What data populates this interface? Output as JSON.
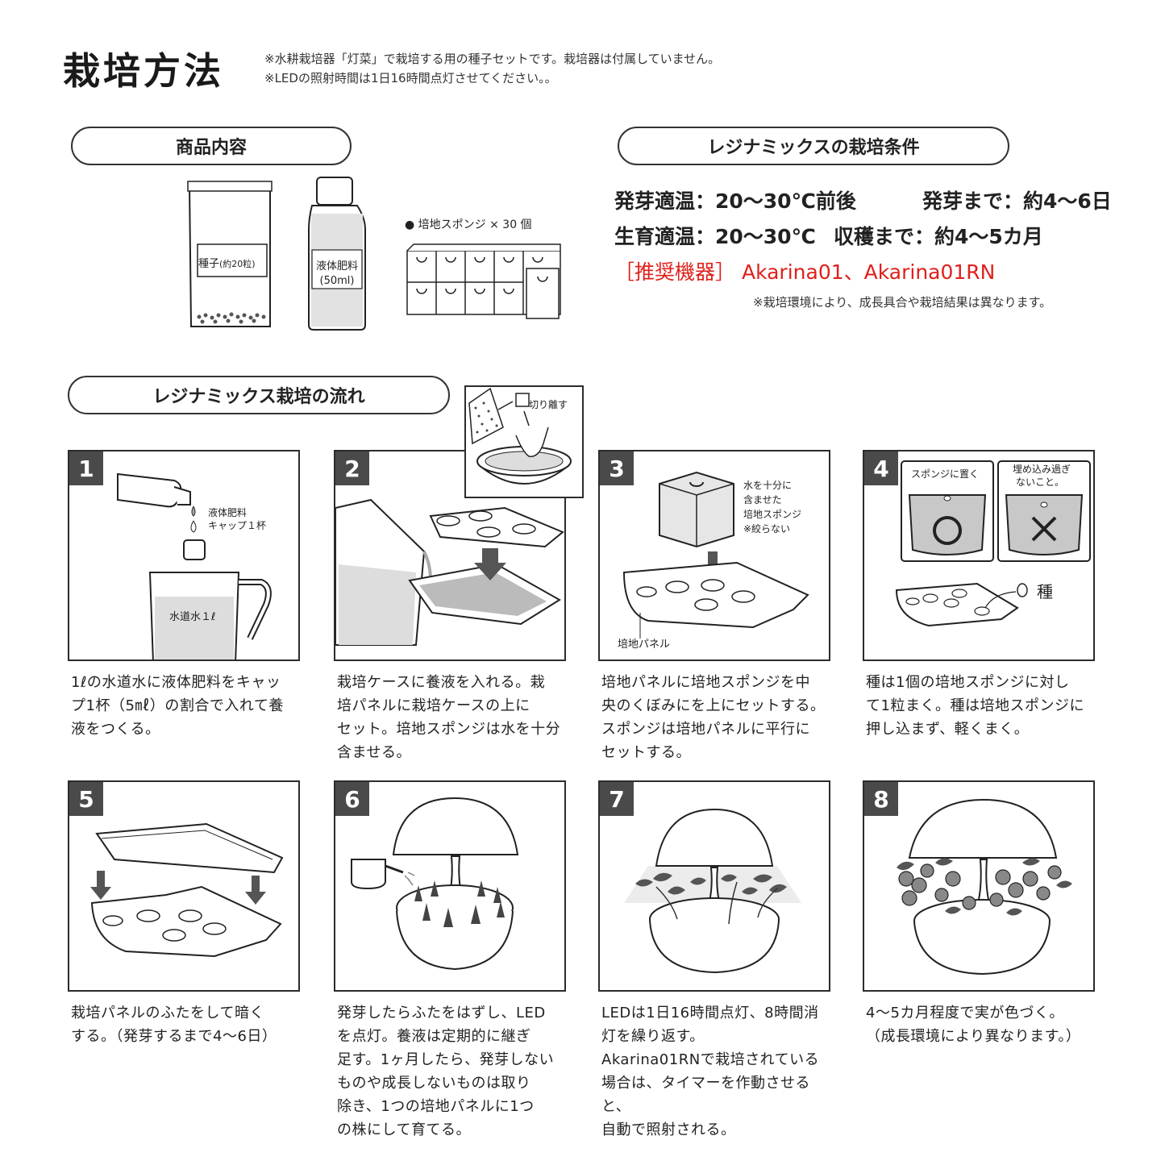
{
  "header": {
    "title": "栽培方法",
    "note1": "※水耕栽培器「灯菜」で栽培する用の種子セットです。栽培器は付属していません。",
    "note2": "※LEDの照射時間は1日16時間点灯させてください。。"
  },
  "contents": {
    "heading": "商品内容",
    "seed_label": "種子",
    "seed_count": "(約20粒)",
    "fertilizer_label": "液体肥料",
    "fertilizer_volume": "(50ml)",
    "sponge_label": "● 培地スポンジ × 30 個"
  },
  "conditions": {
    "heading": "レジナミックスの栽培条件",
    "germ_temp": "発芽適温：20〜30℃前後",
    "germ_days": "発芽まで：約4〜6日",
    "grow_temp": "生育適温：20〜30℃",
    "harvest": "収穫まで：約4〜5カ月",
    "recommended_label": "［推奨機器］",
    "recommended_models": "Akarina01、Akarina01RN",
    "disclaimer": "※栽培環境により、成長具合や栽培結果は異なります。"
  },
  "flow": {
    "heading": "レジナミックス栽培の流れ",
    "cut_label": "切り離す",
    "steps": [
      {
        "num": "1",
        "labels": [
          "液体肥料",
          "キャップ１杯",
          "水道水１ℓ"
        ],
        "lines": [
          "1ℓの水道水に液体肥料をキャッ",
          "プ1杯（5㎖）の割合で入れて養",
          "液をつくる。"
        ]
      },
      {
        "num": "2",
        "labels": [],
        "lines": [
          "栽培ケースに養液を入れる。栽",
          "培パネルに栽培ケースの上に",
          "セット。培地スポンジは水を十分",
          "含ませる。"
        ]
      },
      {
        "num": "3",
        "labels": [
          "水を十分に",
          "含ませた",
          "培地スポンジ",
          "※絞らない",
          "培地パネル"
        ],
        "lines": [
          "培地パネルに培地スポンジを中",
          "央のくぼみにを上にセットする。",
          "スポンジは培地パネルに平行に",
          "セットする。"
        ]
      },
      {
        "num": "4",
        "labels": [
          "スポンジに置く",
          "埋め込み過ぎ",
          "ないこと。",
          "種"
        ],
        "lines": [
          "種は1個の培地スポンジに対し",
          "て1粒まく。種は培地スポンジに",
          "押し込まず、軽くまく。"
        ]
      },
      {
        "num": "5",
        "labels": [],
        "lines": [
          "栽培パネルのふたをして暗く",
          "する。（発芽するまで4〜6日）"
        ]
      },
      {
        "num": "6",
        "labels": [],
        "lines": [
          "発芽したらふたをはずし、LED",
          "を点灯。養液は定期的に継ぎ",
          "足す。1ヶ月したら、発芽しない",
          "ものや成長しないものは取り",
          "除き、1つの培地パネルに1つ",
          "の株にして育てる。"
        ]
      },
      {
        "num": "7",
        "labels": [],
        "lines": [
          "LEDは1日16時間点灯、8時間消",
          "灯を繰り返す。",
          "Akarina01RNで栽培されている",
          "場合は、タイマーを作動させると、",
          "自動で照射される。"
        ]
      },
      {
        "num": "8",
        "labels": [],
        "lines": [
          "4〜5カ月程度で実が色づく。",
          "（成長環境により異なります。）"
        ]
      }
    ]
  },
  "colors": {
    "accent_red": "#e0201b",
    "badge": "#4a4a4a",
    "ink": "#222222"
  }
}
